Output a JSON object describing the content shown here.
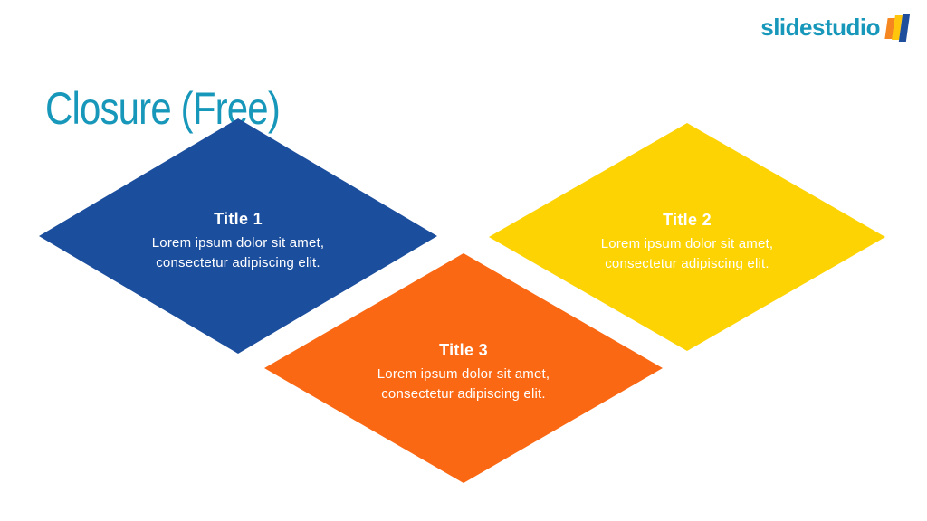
{
  "brand": {
    "name": "slidestudio",
    "color": "#1797B9",
    "icon": "logo-bars-icon",
    "bar_colors": [
      "#F6861F",
      "#FFC60B",
      "#1F4E9C"
    ]
  },
  "slide": {
    "title": "Closure (Free)",
    "title_color": "#1797B9",
    "background_color": "#FFFFFF"
  },
  "diagram": {
    "shape": "diamond",
    "items": [
      {
        "title": "Title 1",
        "lines": [
          "Lorem ipsum dolor sit amet,",
          "consectetur adipiscing elit."
        ],
        "color": "#1C4E9E",
        "text_color": "#FFFFFF"
      },
      {
        "title": "Title 2",
        "lines": [
          "Lorem ipsum dolor sit amet,",
          "consectetur adipiscing elit."
        ],
        "color": "#FDD304",
        "text_color": "#FFFFFF"
      },
      {
        "title": "Title 3",
        "lines": [
          "Lorem ipsum dolor sit amet,",
          "consectetur adipiscing elit."
        ],
        "color": "#FA6813",
        "text_color": "#FFFFFF"
      }
    ]
  }
}
